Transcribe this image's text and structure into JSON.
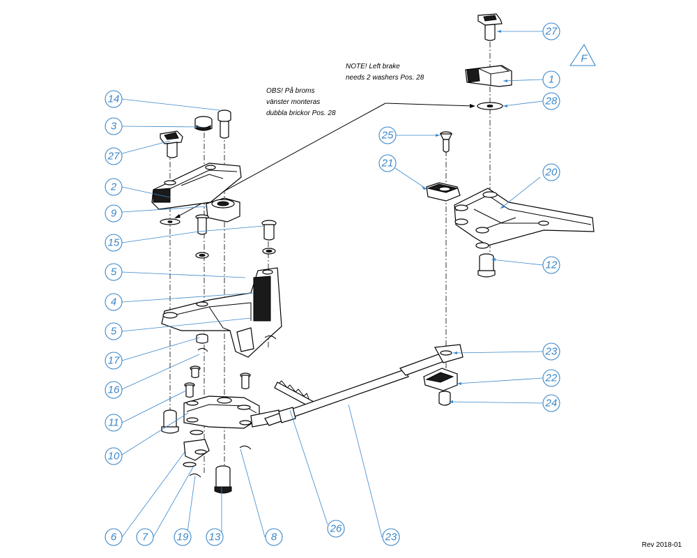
{
  "notes": {
    "english": "NOTE! Left brake\nneeds 2 washers Pos. 28",
    "swedish": "OBS! På broms\nvänster monteras\ndubbla brickor Pos. 28"
  },
  "revision": "Rev 2018-01",
  "view_marker": "F",
  "callouts": [
    "27",
    "1",
    "28",
    "25",
    "21",
    "20",
    "12",
    "23",
    "22",
    "24",
    "14",
    "3",
    "27",
    "2",
    "9",
    "15",
    "5",
    "4",
    "5",
    "17",
    "16",
    "11",
    "10",
    "6",
    "7",
    "19",
    "13",
    "8",
    "26",
    "23"
  ]
}
